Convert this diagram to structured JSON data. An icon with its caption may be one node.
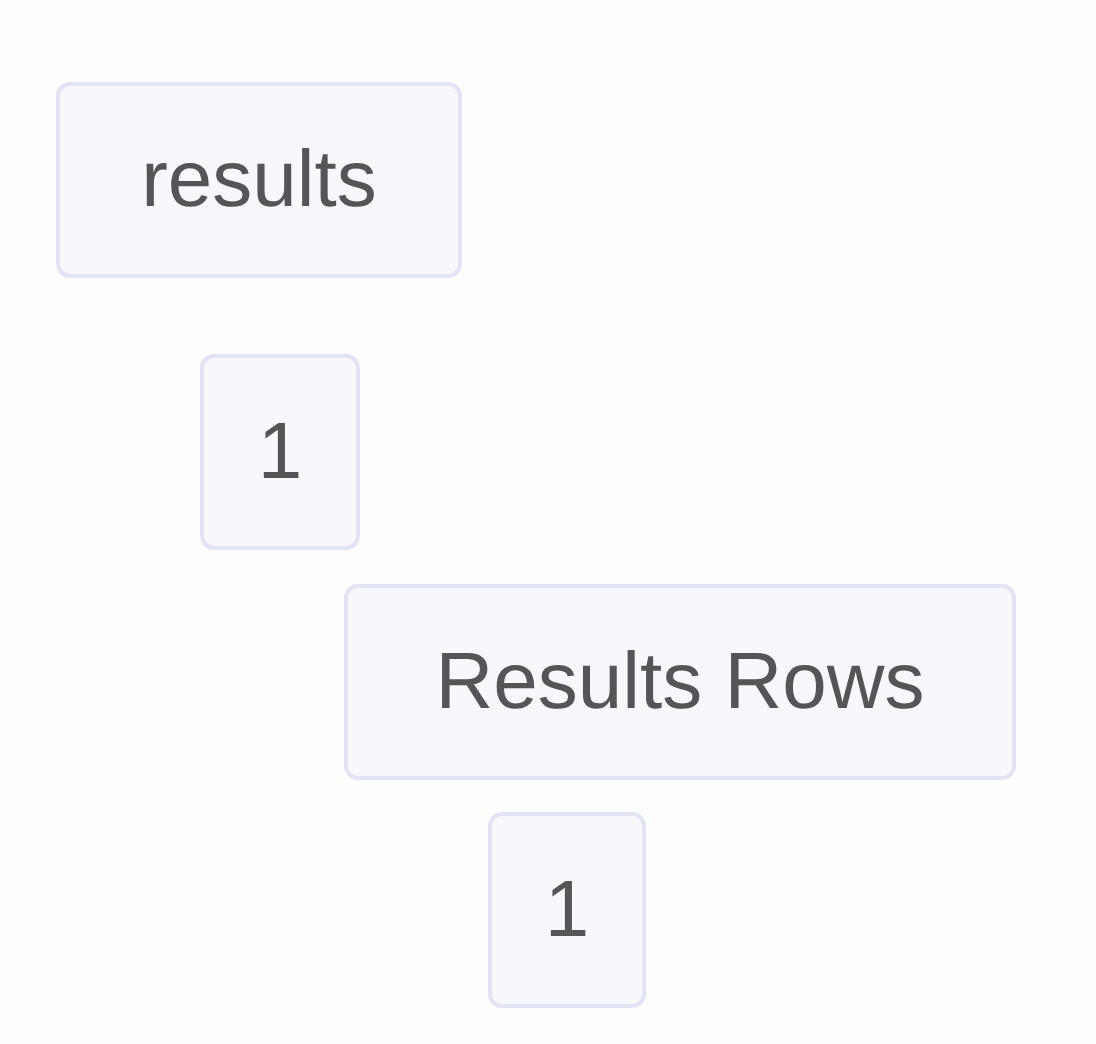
{
  "diagram": {
    "nodes": [
      {
        "text": [
          "results"
        ]
      },
      {
        "text": [
          "1"
        ]
      },
      {
        "text": [
          "Results Rows"
        ]
      },
      {
        "text": [
          "1"
        ]
      }
    ]
  }
}
